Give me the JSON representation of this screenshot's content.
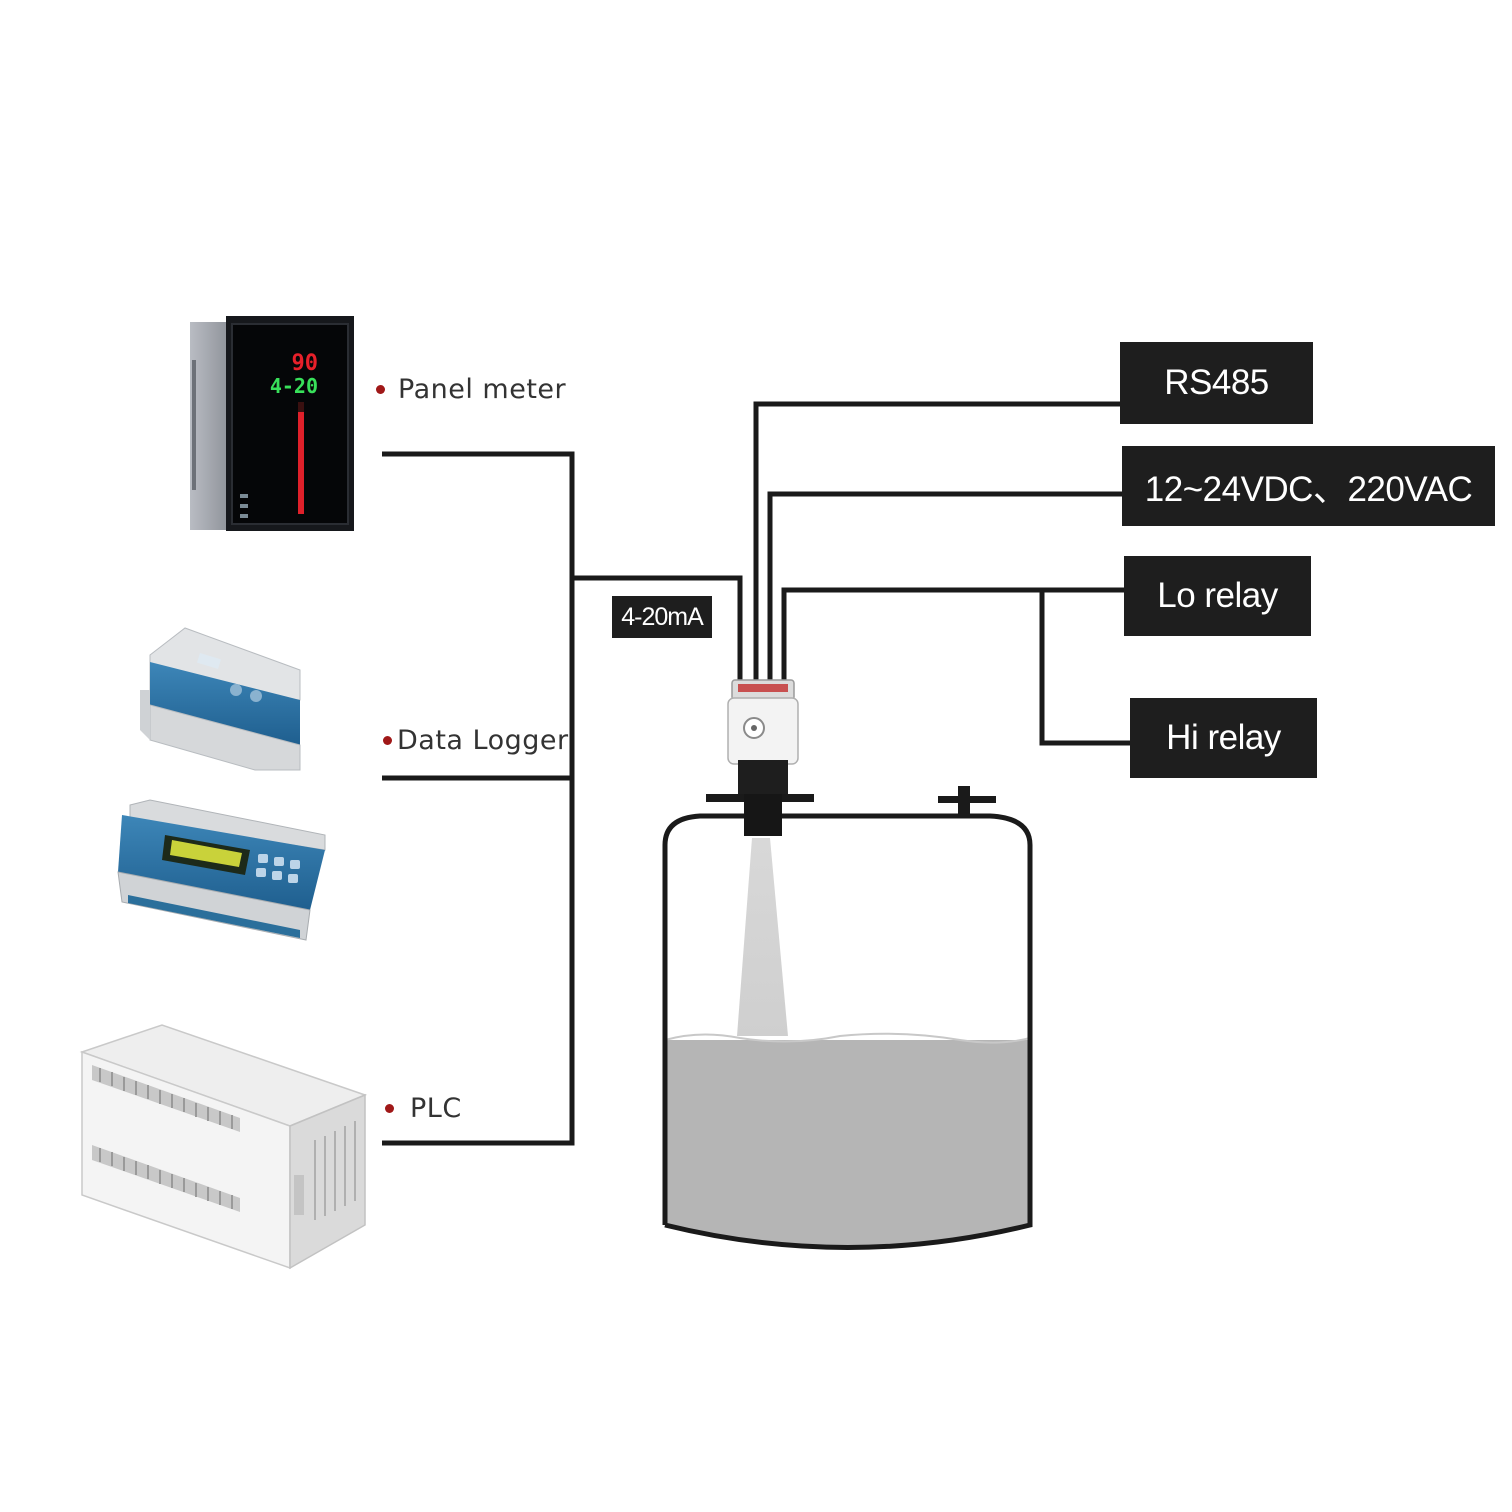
{
  "devices": {
    "panel_meter": {
      "label": "Panel meter",
      "display_top": "90",
      "display_bottom": "4-20"
    },
    "data_logger": {
      "label": "Data Logger"
    },
    "plc": {
      "label": "PLC"
    }
  },
  "signal": {
    "label": "4-20mA"
  },
  "outputs": {
    "rs485": "RS485",
    "power": "12~24VDC、220VAC",
    "lo_relay": "Lo relay",
    "hi_relay": "Hi relay"
  },
  "colors": {
    "wire": "#1a1a1a",
    "label_box": "#1e1e1e",
    "bullet": "#a01818",
    "liquid": "#b5b5b5",
    "tank_outline": "#1a1a1a"
  }
}
